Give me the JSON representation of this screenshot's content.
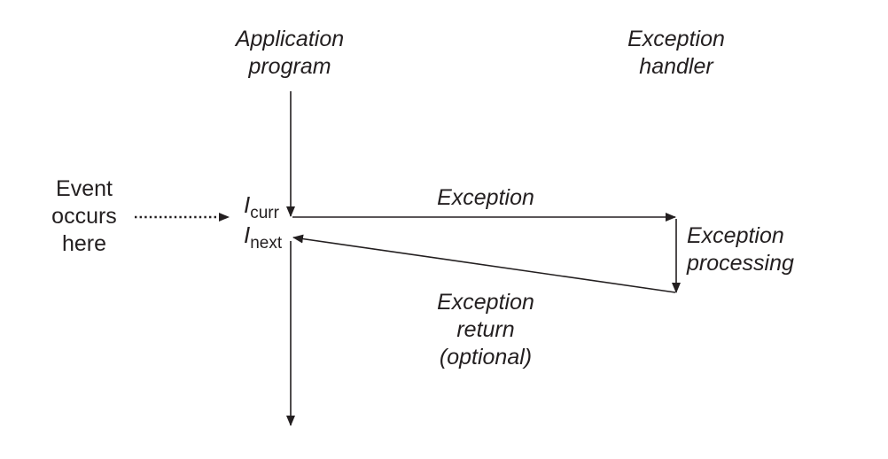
{
  "labels": {
    "application": [
      "Application",
      "program"
    ],
    "handler": [
      "Exception",
      "handler"
    ],
    "event": [
      "Event",
      "occurs",
      "here"
    ],
    "exception": "Exception",
    "processing": [
      "Exception",
      "processing"
    ],
    "exception_return": [
      "Exception",
      "return",
      "(optional)"
    ]
  },
  "instructions": {
    "curr": {
      "main": "I",
      "sub": "curr"
    },
    "next": {
      "main": "I",
      "sub": "next"
    }
  },
  "colors": {
    "ink": "#231f20",
    "background": "#ffffff"
  }
}
